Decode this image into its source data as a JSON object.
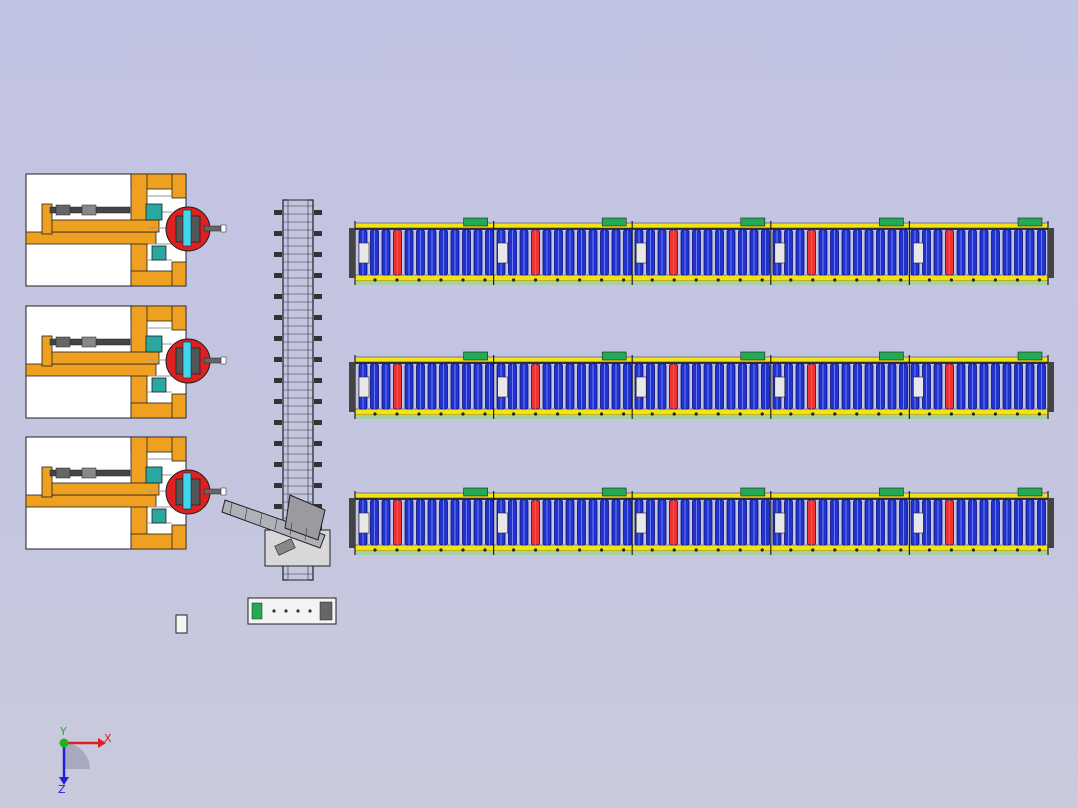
{
  "viewport": {
    "background_top": "#c1c3e2",
    "background_bottom": "#c9cadc"
  },
  "colors": {
    "frame_orange": "#f0a020",
    "roller_blue": "#2233cc",
    "roller_dark": "#0a1280",
    "rail_yellow": "#f2e21a",
    "red_disc": "#e02020",
    "green_motor": "#22aa55",
    "teal_gearbox": "#2aa7a0",
    "cyan_rod": "#3fd6f0",
    "red_accent": "#ee3333",
    "steel_grey": "#707078",
    "line_dark": "#202020"
  },
  "stations": [
    {
      "id": "station-1"
    },
    {
      "id": "station-2"
    },
    {
      "id": "station-3"
    }
  ],
  "conveyors": [
    {
      "id": "conveyor-1",
      "modules": 5
    },
    {
      "id": "conveyor-2",
      "modules": 5
    },
    {
      "id": "conveyor-3",
      "modules": 5
    }
  ],
  "triad": {
    "x_label": "X",
    "y_label": "Y",
    "z_label": "Z",
    "x_color": "#dd2020",
    "y_color": "#20b020",
    "z_color": "#2020dd"
  },
  "icons": {
    "triad": "coordinate-triad-icon"
  }
}
